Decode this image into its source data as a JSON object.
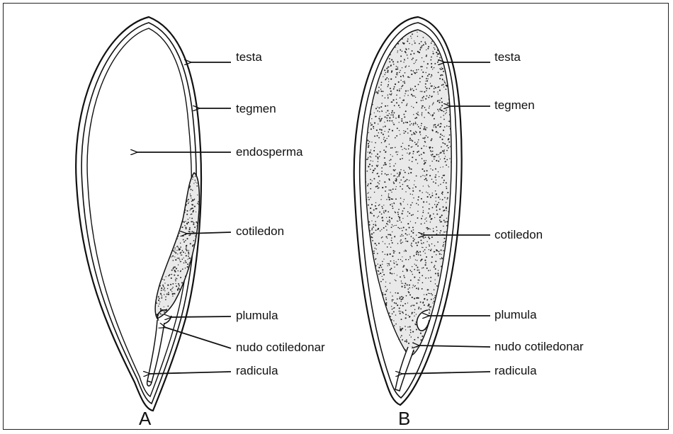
{
  "diagram": {
    "panels": [
      {
        "id": "A",
        "letter": "A",
        "labels": {
          "testa": "testa",
          "tegmen": "tegmen",
          "endosperma": "endosperma",
          "cotiledon": "cotiledon",
          "plumula": "plumula",
          "nudo": "nudo cotiledonar",
          "radicula": "radicula"
        }
      },
      {
        "id": "B",
        "letter": "B",
        "labels": {
          "testa": "testa",
          "tegmen": "tegmen",
          "cotiledon": "cotiledon",
          "plumula": "plumula",
          "nudo": "nudo cotiledonar",
          "radicula": "radicula"
        }
      }
    ]
  }
}
